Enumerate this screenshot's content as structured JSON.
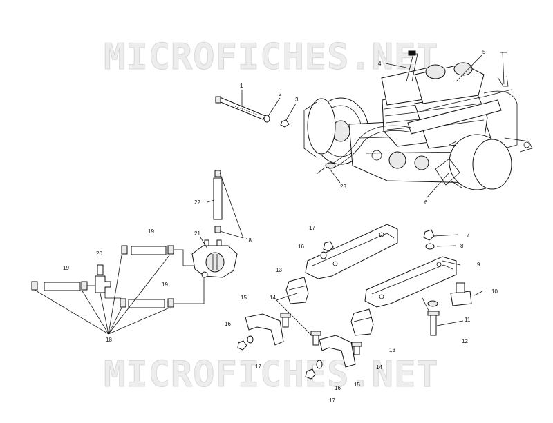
{
  "watermark": {
    "text": "MICROFICHES.NET"
  },
  "callouts": {
    "c1": "1",
    "c2": "2",
    "c3": "3",
    "c4": "4",
    "c5": "5",
    "c6": "6",
    "c7": "7",
    "c8": "8",
    "c9": "9",
    "c10": "10",
    "c11": "11",
    "c12": "12",
    "c13a": "13",
    "c13b": "13",
    "c14a": "14",
    "c14b": "14",
    "c15a": "15",
    "c15b": "15",
    "c16a": "16",
    "c16b": "16",
    "c16c": "16",
    "c17a": "17",
    "c17b": "17",
    "c17c": "17",
    "c18a": "18",
    "c18b": "18",
    "c19a": "19",
    "c19b": "19",
    "c19c": "19",
    "c20": "20",
    "c21": "21",
    "c22": "22",
    "c23": "23"
  }
}
